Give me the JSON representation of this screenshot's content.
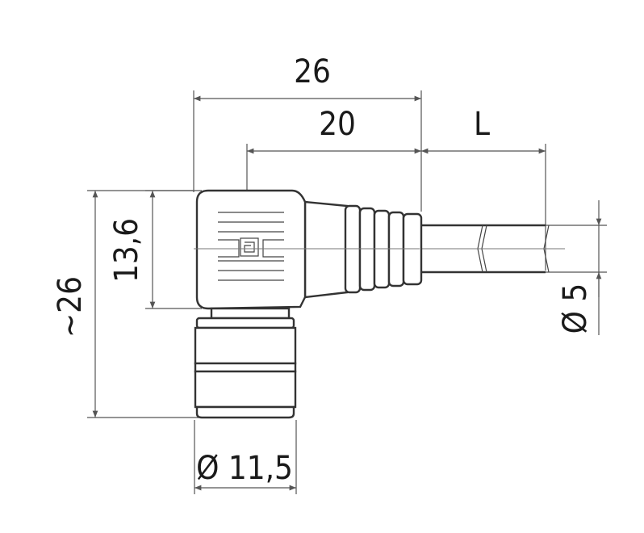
{
  "dimensions": {
    "overall_length": "26",
    "body_length": "20",
    "cable_length": "L",
    "body_height": "13,6",
    "total_height": "~26",
    "coupling_diameter": "Ø 11,5",
    "cable_diameter": "Ø 5"
  },
  "colors": {
    "line": "#333333",
    "dimension": "#555555",
    "text": "#1a1a1a"
  }
}
